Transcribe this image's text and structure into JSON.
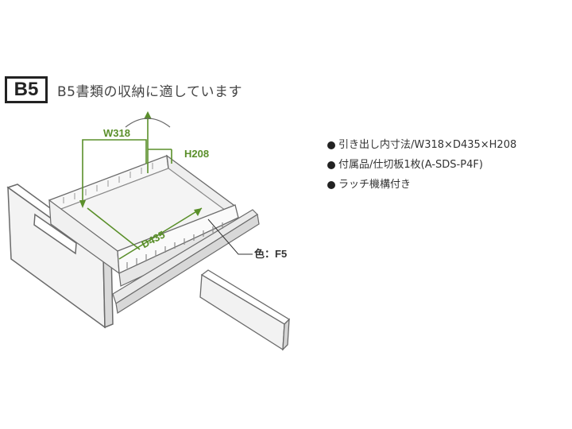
{
  "header": {
    "badge": "B5",
    "headline": "B5書類の収納に適しています"
  },
  "diagram": {
    "dimensions": {
      "width": "W318",
      "depth": "D435",
      "height": "H208"
    },
    "color_label": "色：F5",
    "colors": {
      "dimension": "#5a8f2a",
      "outline": "#6a6a6a",
      "fill": "#f1f1f1"
    }
  },
  "specs": [
    "引き出し内寸法/W318×D435×H208",
    "付属品/仕切板1枚(A-SDS-P4F)",
    "ラッチ機構付き"
  ]
}
